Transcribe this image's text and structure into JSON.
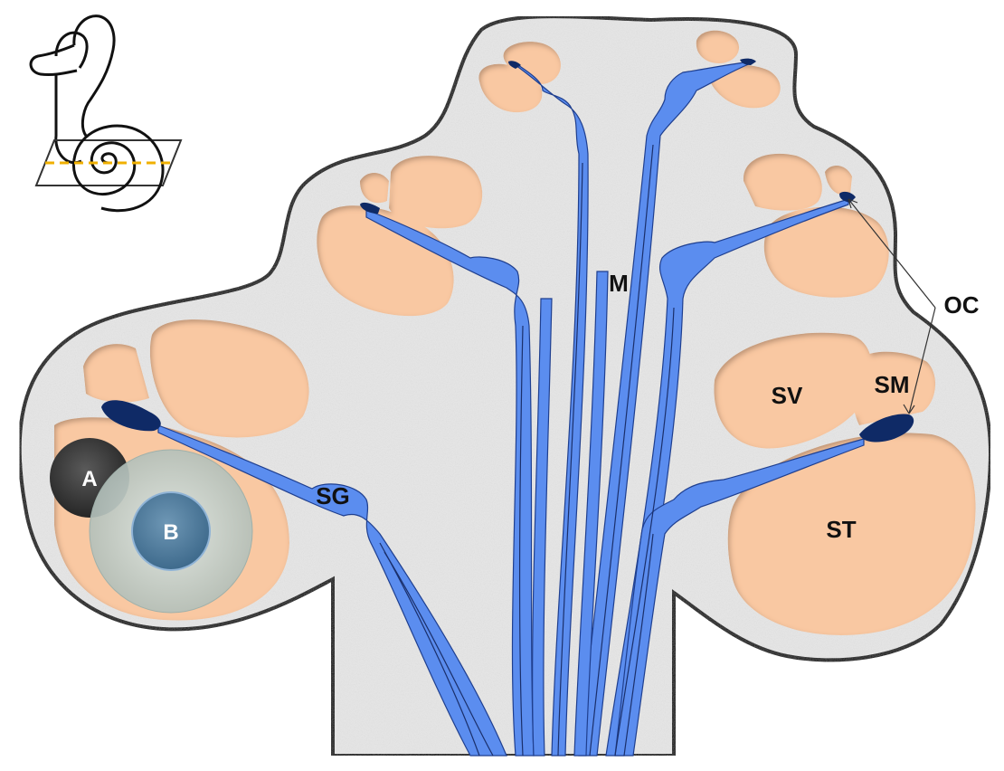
{
  "labels": {
    "m": "M",
    "sg": "SG",
    "oc": "OC",
    "sv": "SV",
    "sm": "SM",
    "st": "ST",
    "a": "A",
    "b": "B"
  },
  "colors": {
    "background": "#ffffff",
    "modiolus_fill": "#e6e6e6",
    "outline": "#111111",
    "scala_fill": "#f9c8a2",
    "nerve_fill": "#5b8def",
    "nerve_stroke": "#1f3f8f",
    "organ_of_corti": "#0f2a66",
    "marker_a": "#3a3a3a",
    "marker_b_outer": "#c9d6d0",
    "marker_b_inner": "#4f7fa0",
    "plane_line": "#f0b000"
  },
  "icons": [
    "ear-cochlea-orientation-icon"
  ]
}
